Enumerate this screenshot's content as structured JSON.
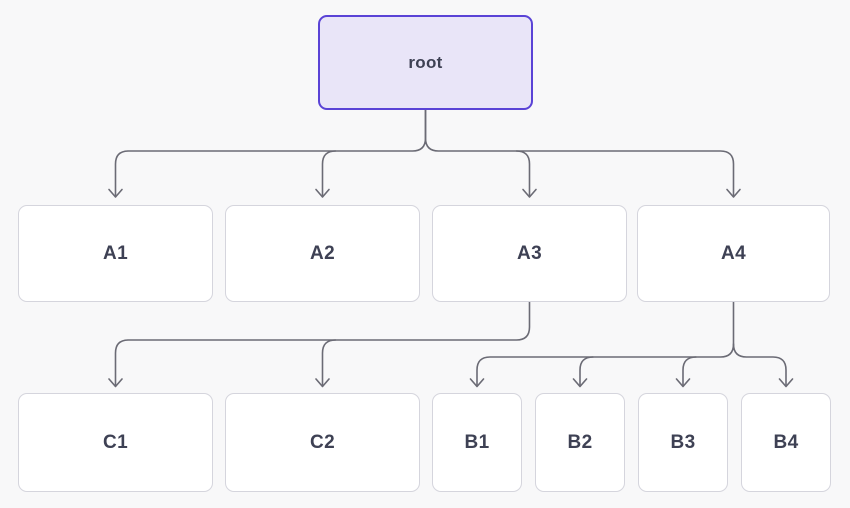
{
  "diagram": {
    "type": "tree",
    "nodes": [
      {
        "id": "root",
        "label": "root",
        "kind": "root"
      },
      {
        "id": "A1",
        "label": "A1",
        "kind": "default"
      },
      {
        "id": "A2",
        "label": "A2",
        "kind": "default"
      },
      {
        "id": "A3",
        "label": "A3",
        "kind": "default"
      },
      {
        "id": "A4",
        "label": "A4",
        "kind": "default"
      },
      {
        "id": "C1",
        "label": "C1",
        "kind": "default"
      },
      {
        "id": "C2",
        "label": "C2",
        "kind": "default"
      },
      {
        "id": "B1",
        "label": "B1",
        "kind": "default"
      },
      {
        "id": "B2",
        "label": "B2",
        "kind": "default"
      },
      {
        "id": "B3",
        "label": "B3",
        "kind": "default"
      },
      {
        "id": "B4",
        "label": "B4",
        "kind": "default"
      }
    ],
    "edges": [
      {
        "from": "root",
        "to": "A1"
      },
      {
        "from": "root",
        "to": "A2"
      },
      {
        "from": "root",
        "to": "A3"
      },
      {
        "from": "root",
        "to": "A4"
      },
      {
        "from": "A3",
        "to": "C1"
      },
      {
        "from": "A3",
        "to": "C2"
      },
      {
        "from": "A4",
        "to": "B1"
      },
      {
        "from": "A4",
        "to": "B2"
      },
      {
        "from": "A4",
        "to": "B3"
      },
      {
        "from": "A4",
        "to": "B4"
      }
    ],
    "colors": {
      "background": "#f8f8f9",
      "root_fill": "#e9e5f8",
      "root_border": "#5a43d6",
      "node_fill": "#ffffff",
      "node_border": "#d5d5dd",
      "edge": "#6b6b75",
      "label_text": "#3e4154"
    }
  }
}
